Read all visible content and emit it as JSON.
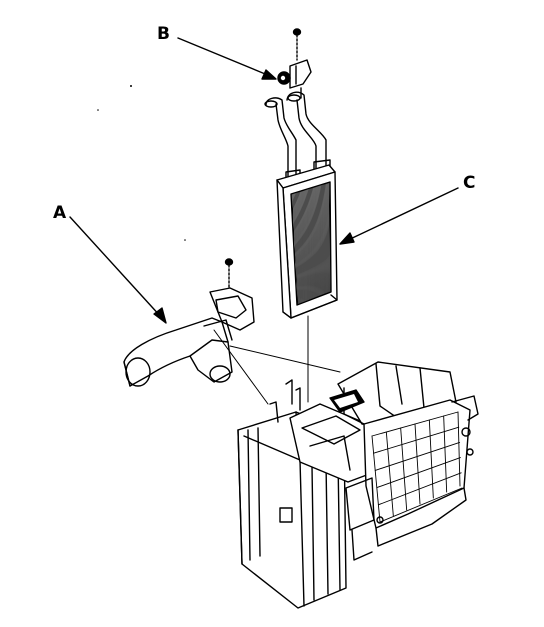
{
  "callouts": {
    "a": "A",
    "b": "B",
    "c": "C"
  },
  "colors": {
    "ink": "#000000",
    "paper": "#ffffff"
  }
}
